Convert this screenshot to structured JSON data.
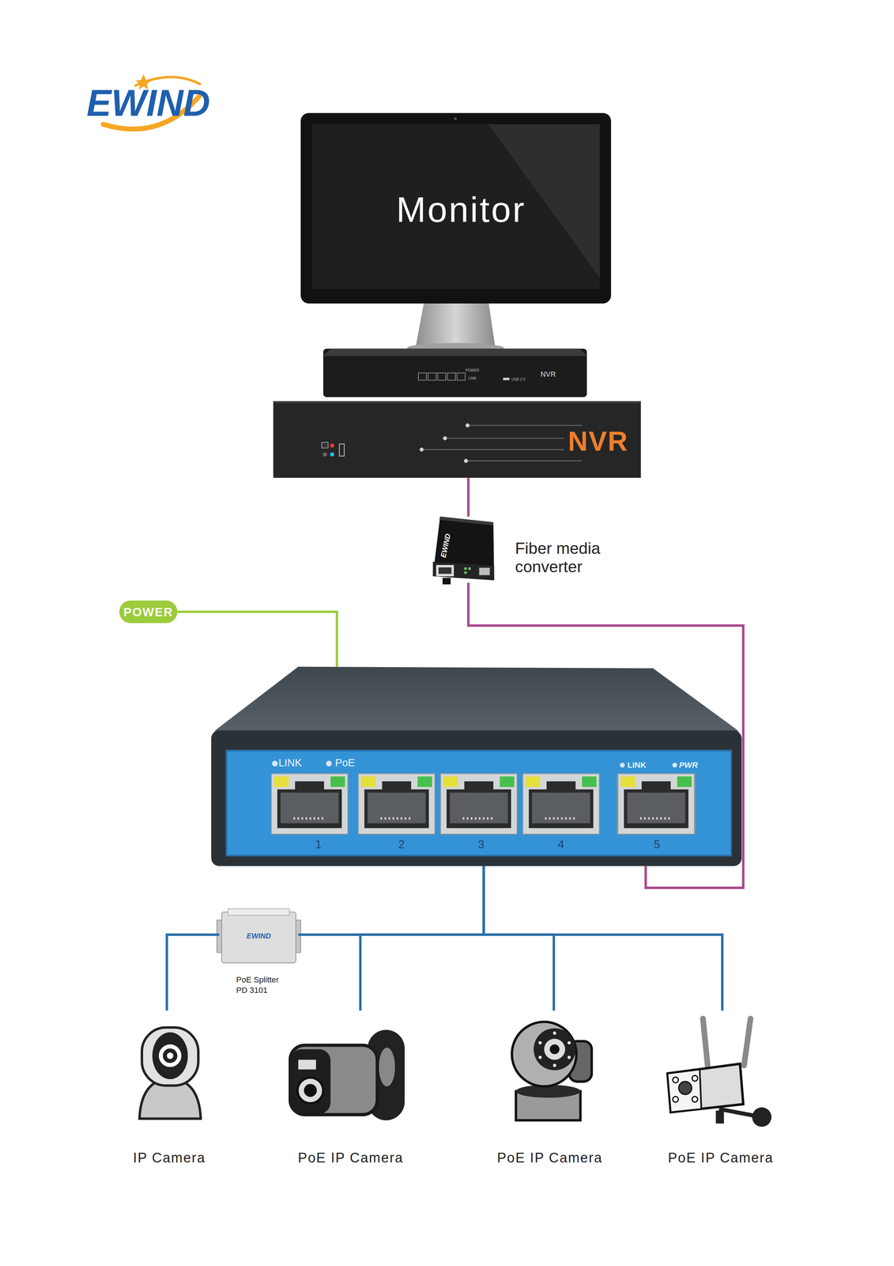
{
  "diagram": {
    "nodes": [
      {
        "text": [
          "Monitor"
        ]
      },
      {
        "text": [
          "NVR"
        ]
      },
      {
        "text": [
          "NVR"
        ]
      },
      {
        "text": [
          "Fiber media converter"
        ]
      },
      {
        "text": [
          "POWER"
        ]
      },
      {
        "text": [
          "LINK",
          "PoE",
          "1",
          "2",
          "3",
          "4",
          "5",
          "LINK",
          "PWR"
        ]
      },
      {
        "text": [
          "PoE Splitter PD 3101"
        ]
      },
      {
        "text": [
          "IP Camera"
        ]
      },
      {
        "text": [
          "PoE IP Camera"
        ]
      },
      {
        "text": [
          "PoE IP Camera"
        ]
      },
      {
        "text": [
          "PoE IP Camera"
        ]
      }
    ],
    "edges": [
      {
        "from": 2,
        "to": 3,
        "arrow": "none"
      },
      {
        "from": 3,
        "to": 5,
        "arrow": "none"
      },
      {
        "from": 4,
        "to": 5,
        "arrow": "none"
      },
      {
        "from": 5,
        "to": 6,
        "arrow": "none"
      },
      {
        "from": 6,
        "to": 7,
        "arrow": "none"
      },
      {
        "from": 5,
        "to": 8,
        "arrow": "none"
      },
      {
        "from": 5,
        "to": 9,
        "arrow": "none"
      },
      {
        "from": 5,
        "to": 10,
        "arrow": "none"
      }
    ],
    "labels": [
      "EWIND",
      "POWER",
      "LINK",
      "USB 2.0",
      "EWIND",
      "EWIND"
    ]
  }
}
